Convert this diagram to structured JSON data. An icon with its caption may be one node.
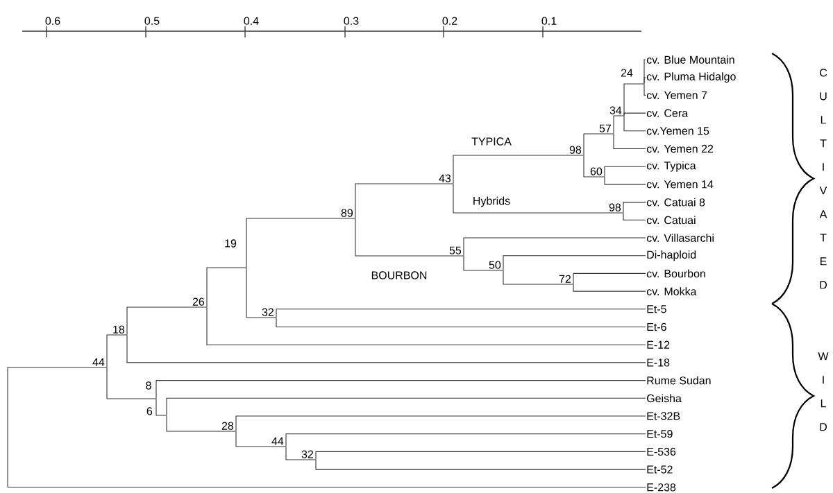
{
  "diagram": {
    "nodes": [
      {
        "text": [
          "cv. Blue Mountain"
        ]
      },
      {
        "text": [
          "cv. Pluma Hidalgo"
        ]
      },
      {
        "text": [
          "cv. Yemen 7"
        ]
      },
      {
        "text": [
          "cv. Cera"
        ]
      },
      {
        "text": [
          "cv.Yemen 15"
        ]
      },
      {
        "text": [
          "cv. Yemen 22"
        ]
      },
      {
        "text": [
          "cv. Typica"
        ]
      },
      {
        "text": [
          "cv. Yemen 14"
        ]
      },
      {
        "text": [
          "cv. Catuai 8"
        ]
      },
      {
        "text": [
          "cv. Catuai"
        ]
      },
      {
        "text": [
          "cv. Villasarchi"
        ]
      },
      {
        "text": [
          "Di-haploid"
        ]
      },
      {
        "text": [
          "cv. Bourbon"
        ]
      },
      {
        "text": [
          "cv. Mokka"
        ]
      },
      {
        "text": [
          "Et-5"
        ]
      },
      {
        "text": [
          "Et-6"
        ]
      },
      {
        "text": [
          "E-12"
        ]
      },
      {
        "text": [
          "E-18"
        ]
      },
      {
        "text": [
          "Rume Sudan"
        ]
      },
      {
        "text": [
          "Geisha"
        ]
      },
      {
        "text": [
          "Et-32B"
        ]
      },
      {
        "text": [
          "Et-59"
        ]
      },
      {
        "text": [
          "E-536"
        ]
      },
      {
        "text": [
          "Et-52"
        ]
      },
      {
        "text": [
          "E-238"
        ]
      },
      {
        "text": [],
        "shape": "point",
        "beside": [
          "24"
        ]
      },
      {
        "text": [],
        "shape": "point",
        "beside": [
          "34"
        ]
      },
      {
        "text": [],
        "shape": "point",
        "beside": [
          "57"
        ]
      },
      {
        "text": [],
        "shape": "point",
        "beside": [
          "98"
        ]
      },
      {
        "text": [],
        "shape": "point",
        "beside": [
          "60"
        ]
      },
      {
        "text": [],
        "shape": "point",
        "beside": [
          "98"
        ]
      },
      {
        "text": [],
        "shape": "point",
        "beside": [
          "43"
        ]
      },
      {
        "text": [],
        "shape": "point",
        "beside": [
          "89"
        ]
      },
      {
        "text": [],
        "shape": "point",
        "beside": [
          "55"
        ]
      },
      {
        "text": [],
        "shape": "point",
        "beside": [
          "50"
        ]
      },
      {
        "text": [],
        "shape": "point",
        "beside": [
          "72"
        ]
      },
      {
        "text": [],
        "shape": "point",
        "beside": [
          "19"
        ]
      },
      {
        "text": [],
        "shape": "point",
        "beside": [
          "32"
        ]
      },
      {
        "text": [],
        "shape": "point",
        "beside": [
          "26"
        ]
      },
      {
        "text": [],
        "shape": "point",
        "beside": [
          "18"
        ]
      },
      {
        "text": [],
        "shape": "point",
        "beside": [
          "44"
        ]
      },
      {
        "text": [],
        "shape": "point",
        "beside": [
          "8"
        ]
      },
      {
        "text": [],
        "shape": "point",
        "beside": [
          "6"
        ]
      },
      {
        "text": [],
        "shape": "point",
        "beside": [
          "28"
        ]
      },
      {
        "text": [],
        "shape": "point",
        "beside": [
          "44"
        ]
      },
      {
        "text": [],
        "shape": "point",
        "beside": [
          "32"
        ]
      },
      {
        "text": [],
        "shape": "bar"
      }
    ],
    "edges": [
      {
        "from": 25,
        "to": 0,
        "arrow": "none"
      },
      {
        "from": 25,
        "to": 1,
        "arrow": "none"
      },
      {
        "from": 25,
        "to": 2,
        "arrow": "none"
      },
      {
        "from": 26,
        "to": 25,
        "arrow": "none"
      },
      {
        "from": 26,
        "to": 3,
        "arrow": "none"
      },
      {
        "from": 26,
        "to": 4,
        "arrow": "none"
      },
      {
        "from": 27,
        "to": 26,
        "arrow": "none"
      },
      {
        "from": 27,
        "to": 5,
        "arrow": "none"
      },
      {
        "from": 28,
        "to": 27,
        "arrow": "none"
      },
      {
        "from": 28,
        "to": 29,
        "arrow": "none"
      },
      {
        "from": 29,
        "to": 6,
        "arrow": "none"
      },
      {
        "from": 29,
        "to": 7,
        "arrow": "none"
      },
      {
        "from": 30,
        "to": 8,
        "arrow": "none"
      },
      {
        "from": 30,
        "to": 9,
        "arrow": "none"
      },
      {
        "from": 31,
        "to": 28,
        "arrow": "none",
        "label": "TYPICA"
      },
      {
        "from": 31,
        "to": 30,
        "arrow": "none",
        "label": "Hybrids"
      },
      {
        "from": 32,
        "to": 31,
        "arrow": "none"
      },
      {
        "from": 32,
        "to": 33,
        "arrow": "none",
        "label": "BOURBON"
      },
      {
        "from": 33,
        "to": 10,
        "arrow": "none"
      },
      {
        "from": 33,
        "to": 34,
        "arrow": "none"
      },
      {
        "from": 34,
        "to": 11,
        "arrow": "none"
      },
      {
        "from": 34,
        "to": 35,
        "arrow": "none"
      },
      {
        "from": 35,
        "to": 12,
        "arrow": "none"
      },
      {
        "from": 35,
        "to": 13,
        "arrow": "none"
      },
      {
        "from": 36,
        "to": 32,
        "arrow": "none"
      },
      {
        "from": 36,
        "to": 37,
        "arrow": "none"
      },
      {
        "from": 37,
        "to": 14,
        "arrow": "none"
      },
      {
        "from": 37,
        "to": 15,
        "arrow": "none"
      },
      {
        "from": 38,
        "to": 36,
        "arrow": "none"
      },
      {
        "from": 38,
        "to": 16,
        "arrow": "none"
      },
      {
        "from": 39,
        "to": 38,
        "arrow": "none"
      },
      {
        "from": 39,
        "to": 17,
        "arrow": "none"
      },
      {
        "from": 40,
        "to": 39,
        "arrow": "none"
      },
      {
        "from": 40,
        "to": 41,
        "arrow": "none"
      },
      {
        "from": 41,
        "to": 18,
        "arrow": "none"
      },
      {
        "from": 41,
        "to": 42,
        "arrow": "none"
      },
      {
        "from": 42,
        "to": 19,
        "arrow": "none"
      },
      {
        "from": 42,
        "to": 43,
        "arrow": "none"
      },
      {
        "from": 43,
        "to": 20,
        "arrow": "none"
      },
      {
        "from": 43,
        "to": 44,
        "arrow": "none"
      },
      {
        "from": 44,
        "to": 21,
        "arrow": "none"
      },
      {
        "from": 44,
        "to": 45,
        "arrow": "none"
      },
      {
        "from": 45,
        "to": 22,
        "arrow": "none"
      },
      {
        "from": 45,
        "to": 23,
        "arrow": "none"
      },
      {
        "from": 46,
        "to": 40,
        "arrow": "none"
      },
      {
        "from": 46,
        "to": 24,
        "arrow": "none"
      }
    ],
    "labels": [
      "0.6",
      "0.5",
      "0.4",
      "0.3",
      "0.2",
      "0.1",
      "CULTIVATED",
      "WILD"
    ]
  }
}
